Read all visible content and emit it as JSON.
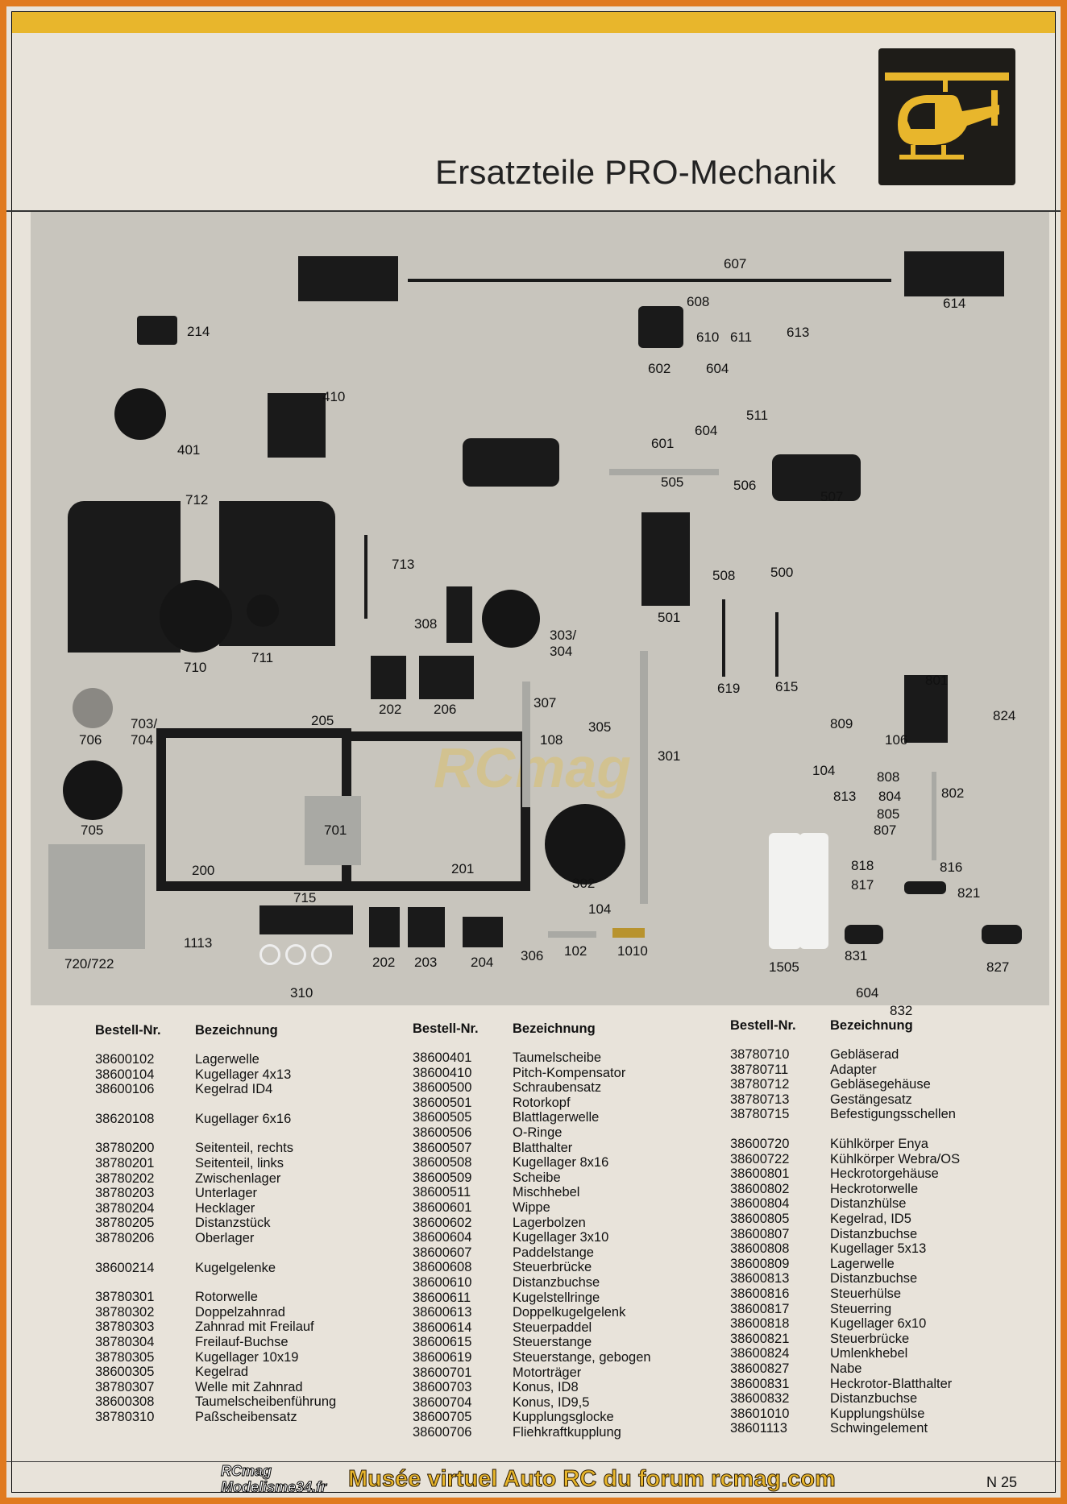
{
  "header": {
    "title": "Ersatzteile PRO-Mechanik"
  },
  "icons": {
    "logo": "helicopter-icon",
    "colors": {
      "accent": "#e8b62c",
      "border": "#e07a1f",
      "logo_bg": "#1e1c18"
    }
  },
  "labels": {
    "l607": "607",
    "l614": "614",
    "l608": "608",
    "l610": "610",
    "l611": "611",
    "l613": "613",
    "l602": "602",
    "l604a": "604",
    "l214": "214",
    "l410": "410",
    "l401": "401",
    "l511": "511",
    "l604b": "604",
    "l601": "601",
    "l505": "505",
    "l506": "506",
    "l507": "507",
    "l712": "712",
    "l713": "713",
    "l500": "500",
    "l508": "508",
    "l501": "501",
    "l308": "308",
    "l303": "303/",
    "l304": "304",
    "l710": "710",
    "l711": "711",
    "l619": "619",
    "l615": "615",
    "l801": "801",
    "l824": "824",
    "l809": "809",
    "l202a": "202",
    "l206": "206",
    "l205": "205",
    "l307": "307",
    "l706": "706",
    "l703": "703/",
    "l704": "704",
    "l108": "108",
    "l305": "305",
    "l106": "106",
    "l104a": "104",
    "l301": "301",
    "l813": "813",
    "l808": "808",
    "l804": "804",
    "l802": "802",
    "l805": "805",
    "l807": "807",
    "l705": "705",
    "l701": "701",
    "l200": "200",
    "l201": "201",
    "l302": "302",
    "l818": "818",
    "l816": "816",
    "l817": "817",
    "l821": "821",
    "l715": "715",
    "l104b": "104",
    "l1113": "1113",
    "l720": "720/722",
    "l202b": "202",
    "l203": "203",
    "l204": "204",
    "l306": "306",
    "l102": "102",
    "l1010": "1010",
    "l1505": "1505",
    "l831": "831",
    "l827": "827",
    "l604c": "604",
    "l832": "832",
    "l310": "310"
  },
  "table": {
    "hdr_num": "Bestell-Nr.",
    "hdr_desc": "Bezeichnung",
    "col1": [
      [
        "38600102",
        "Lagerwelle"
      ],
      [
        "38600104",
        "Kugellager 4x13"
      ],
      [
        "38600106",
        "Kegelrad ID4"
      ],
      [
        "38620108",
        "Kugellager 6x16"
      ],
      [
        "38780200",
        "Seitenteil, rechts"
      ],
      [
        "38780201",
        "Seitenteil, links"
      ],
      [
        "38780202",
        "Zwischenlager"
      ],
      [
        "38780203",
        "Unterlager"
      ],
      [
        "38780204",
        "Hecklager"
      ],
      [
        "38780205",
        "Distanzstück"
      ],
      [
        "38780206",
        "Oberlager"
      ],
      [
        "38600214",
        "Kugelgelenke"
      ],
      [
        "38780301",
        "Rotorwelle"
      ],
      [
        "38780302",
        "Doppelzahnrad"
      ],
      [
        "38780303",
        "Zahnrad mit Freilauf"
      ],
      [
        "38780304",
        "Freilauf-Buchse"
      ],
      [
        "38780305",
        "Kugellager 10x19"
      ],
      [
        "38600305",
        "Kegelrad"
      ],
      [
        "38780307",
        "Welle mit Zahnrad"
      ],
      [
        "38600308",
        "Taumelscheibenführung"
      ],
      [
        "38780310",
        "Paßscheibensatz"
      ]
    ],
    "col2": [
      [
        "38600401",
        "Taumelscheibe"
      ],
      [
        "38600410",
        "Pitch-Kompensator"
      ],
      [
        "38600500",
        "Schraubensatz"
      ],
      [
        "38600501",
        "Rotorkopf"
      ],
      [
        "38600505",
        "Blattlagerwelle"
      ],
      [
        "38600506",
        "O-Ringe"
      ],
      [
        "38600507",
        "Blatthalter"
      ],
      [
        "38600508",
        "Kugellager 8x16"
      ],
      [
        "38600509",
        "Scheibe"
      ],
      [
        "38600511",
        "Mischhebel"
      ],
      [
        "38600601",
        "Wippe"
      ],
      [
        "38600602",
        "Lagerbolzen"
      ],
      [
        "38600604",
        "Kugellager 3x10"
      ],
      [
        "38600607",
        "Paddelstange"
      ],
      [
        "38600608",
        "Steuerbrücke"
      ],
      [
        "38600610",
        "Distanzbuchse"
      ],
      [
        "38600611",
        "Kugelstellringe"
      ],
      [
        "38600613",
        "Doppelkugelgelenk"
      ],
      [
        "38600614",
        "Steuerpaddel"
      ],
      [
        "38600615",
        "Steuerstange"
      ],
      [
        "38600619",
        "Steuerstange, gebogen"
      ],
      [
        "38600701",
        "Motorträger"
      ],
      [
        "38600703",
        "Konus, ID8"
      ],
      [
        "38600704",
        "Konus, ID9,5"
      ],
      [
        "38600705",
        "Kupplungsglocke"
      ],
      [
        "38600706",
        "Fliehkraftkupplung"
      ]
    ],
    "col3": [
      [
        "38780710",
        "Gebläserad"
      ],
      [
        "38780711",
        "Adapter"
      ],
      [
        "38780712",
        "Gebläsegehäuse"
      ],
      [
        "38780713",
        "Gestängesatz"
      ],
      [
        "38780715",
        "Befestigungsschellen"
      ],
      [
        "38600720",
        "Kühlkörper Enya"
      ],
      [
        "38600722",
        "Kühlkörper Webra/OS"
      ],
      [
        "38600801",
        "Heckrotorgehäuse"
      ],
      [
        "38600802",
        "Heckrotorwelle"
      ],
      [
        "38600804",
        "Distanzhülse"
      ],
      [
        "38600805",
        "Kegelrad, ID5"
      ],
      [
        "38600807",
        "Distanzbuchse"
      ],
      [
        "38600808",
        "Kugellager 5x13"
      ],
      [
        "38600809",
        "Lagerwelle"
      ],
      [
        "38600813",
        "Distanzbuchse"
      ],
      [
        "38600816",
        "Steuerhülse"
      ],
      [
        "38600817",
        "Steuerring"
      ],
      [
        "38600818",
        "Kugellager 6x10"
      ],
      [
        "38600821",
        "Steuerbrücke"
      ],
      [
        "38600824",
        "Umlenkhebel"
      ],
      [
        "38600827",
        "Nabe"
      ],
      [
        "38600831",
        "Heckrotor-Blatthalter"
      ],
      [
        "38600832",
        "Distanzbuchse"
      ],
      [
        "38601010",
        "Kupplungshülse"
      ],
      [
        "38601113",
        "Schwingelement"
      ]
    ]
  },
  "footer": {
    "site": "Musée virtuel Auto RC du forum rcmag.com",
    "brand1": "RCmag",
    "brand2": "Modelisme34.fr",
    "page": "N 25"
  }
}
